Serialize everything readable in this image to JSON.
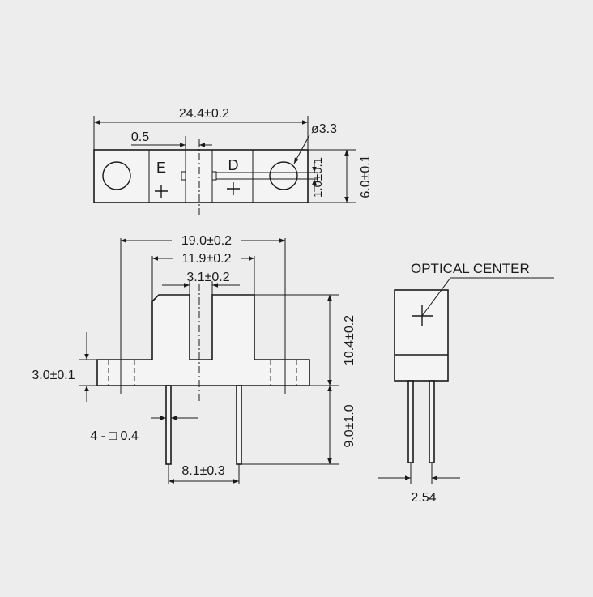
{
  "top_view": {
    "overall_length": "24.4±0.2",
    "slot_edge_offset": "0.5",
    "hole_diameter": "ø3.3",
    "emitter_mark": "E",
    "detector_mark": "D",
    "aperture_height": "1.0±0.1",
    "body_height": "6.0±0.1"
  },
  "front_view": {
    "hole_spacing": "19.0±0.2",
    "slot_outer_width": "11.9±0.2",
    "slot_gap": "3.1±0.2",
    "flange_thickness": "3.0±0.1",
    "body_total_height": "10.4±0.2",
    "lead_length": "9.0±1.0",
    "lead_section": "4 - □ 0.4",
    "lead_spacing": "8.1±0.3"
  },
  "side_view": {
    "optical_center_label": "OPTICAL CENTER",
    "pin_pitch": "2.54"
  }
}
